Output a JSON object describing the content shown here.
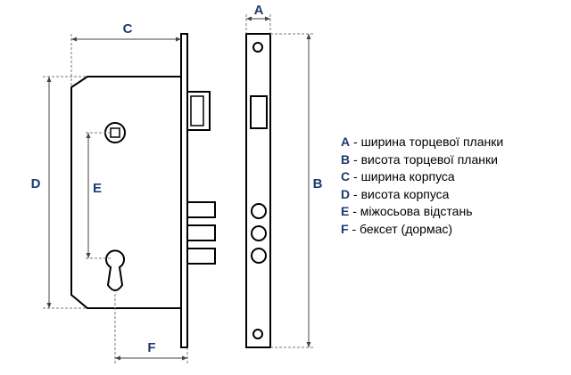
{
  "dimension_labels": {
    "a": "A",
    "b": "B",
    "c": "C",
    "d": "D",
    "e": "E",
    "f": "F"
  },
  "legend": [
    {
      "key": "A",
      "text": " - ширина торцевої планки"
    },
    {
      "key": "B",
      "text": " - висота торцевої планки"
    },
    {
      "key": "C",
      "text": " - ширина корпуса"
    },
    {
      "key": "D",
      "text": " - висота корпуса"
    },
    {
      "key": "E",
      "text": " - міжосьова відстань"
    },
    {
      "key": "F",
      "text": " - бексет (дормас)"
    }
  ],
  "colors": {
    "label": "#1f3a73",
    "outline": "#000000",
    "dimension_line": "#777777"
  }
}
